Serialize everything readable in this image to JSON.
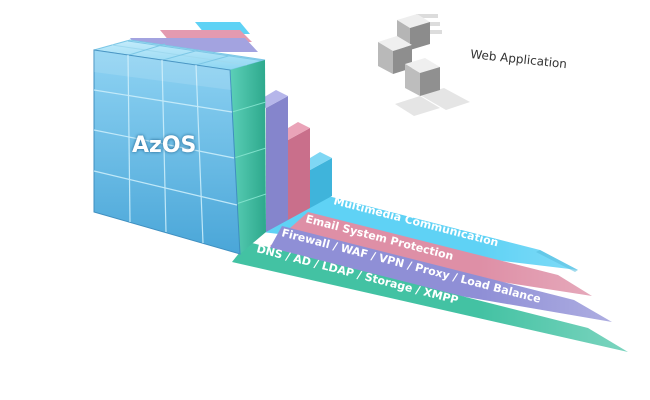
{
  "diagram": {
    "core_label": "AzOS",
    "web_label": "Web Application",
    "layers": [
      {
        "label": "Multimedia Communication",
        "color": "#5fd2f5"
      },
      {
        "label": "Email System Protection",
        "color": "#de8fa6"
      },
      {
        "label": "Firewall / WAF / VPN / Proxy / Load Balance",
        "color": "#8f8fd6"
      },
      {
        "label": "DNS / AD / LDAP / Storage / XMPP",
        "color": "#43c2a3"
      }
    ],
    "colors": {
      "cube_front": "#6fbfe7",
      "cube_top": "#98dbf5",
      "cube_edge": "#3f8fc0"
    }
  }
}
